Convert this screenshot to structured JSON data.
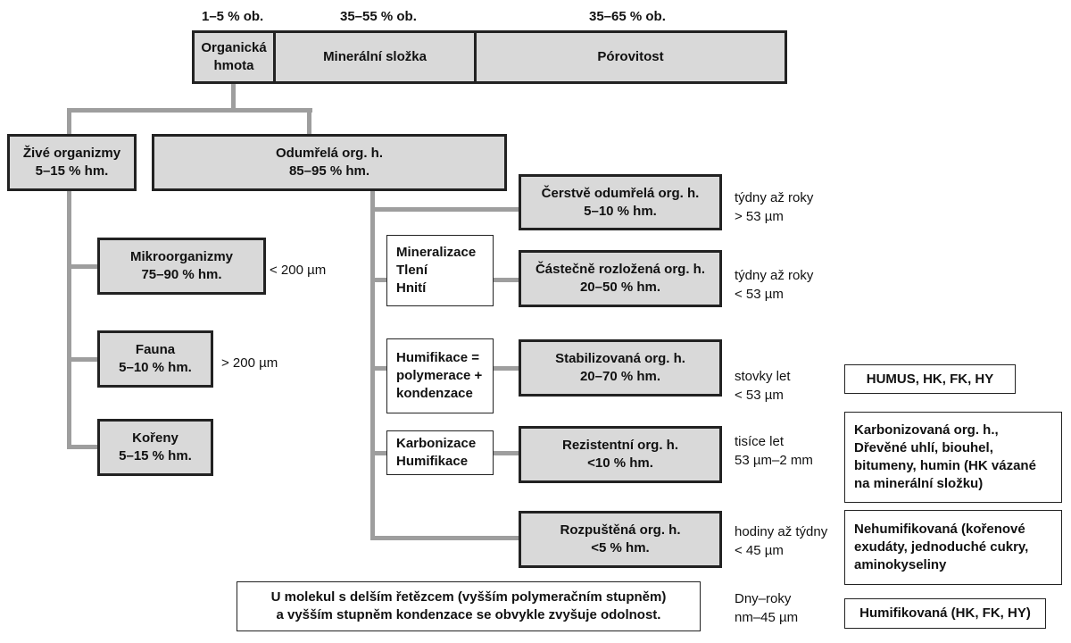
{
  "top": {
    "pct_organic": "1–5 % ob.",
    "pct_mineral": "35–55 % ob.",
    "pct_pores": "35–65 % ob.",
    "organic": "Organická\nhmota",
    "mineral": "Minerální složka",
    "pores": "Pórovitost"
  },
  "living": {
    "title": "Živé organizmy\n5–15 % hm.",
    "micro": "Mikroorganizmy\n75–90 % hm.",
    "micro_size": "< 200 µm",
    "fauna": "Fauna\n5–10 % hm.",
    "fauna_size": "> 200 µm",
    "roots": "Kořeny\n5–15 % hm."
  },
  "dead": {
    "title": "Odumřelá org. h.\n85–95 % hm."
  },
  "fractions": [
    {
      "name": "Čerstvě odumřelá org. h.\n5–10 % hm.",
      "time": "týdny až roky\n> 53 µm"
    },
    {
      "name": "Částečně rozložená org. h.\n20–50 % hm.",
      "time": "týdny až roky\n< 53 µm"
    },
    {
      "name": "Stabilizovaná org. h.\n20–70 % hm.",
      "time": "stovky let\n< 53 µm"
    },
    {
      "name": "Rezistentní org. h.\n<10 % hm.",
      "time": "tisíce let\n53 µm–2 mm"
    },
    {
      "name": "Rozpuštěná org. h.\n<5 % hm.",
      "time": "hodiny až týdny\n< 45 µm"
    }
  ],
  "processes": {
    "mineralization": "Mineralizace\nTlení\nHnití",
    "humification": "Humifikace =\npolymerace +\nkondenzace",
    "carbonization": "Karbonizace\nHumifikace"
  },
  "notes": {
    "humus": "HUMUS, HK, FK, HY",
    "carbon": "Karbonizovaná org. h.,\nDřevěné uhlí, biouhel,\nbitumeny, humin (HK vázané\nna minerální složku)",
    "nonhumified": "Nehumifikovaná (kořenové\nexudáty, jednoduché cukry,\naminokyseliny",
    "humified": "Humifikovaná (HK, FK, HY)",
    "molecules": "U molekul s delším řetězcem (vyšším polymeračním stupněm)\na vyšším stupněm kondenzace se obvykle zvyšuje odolnost.",
    "range": "Dny–roky\nnm–45 µm"
  },
  "colors": {
    "box_fill": "#d9d9d9",
    "line": "#9e9e9e",
    "border": "#222222"
  }
}
